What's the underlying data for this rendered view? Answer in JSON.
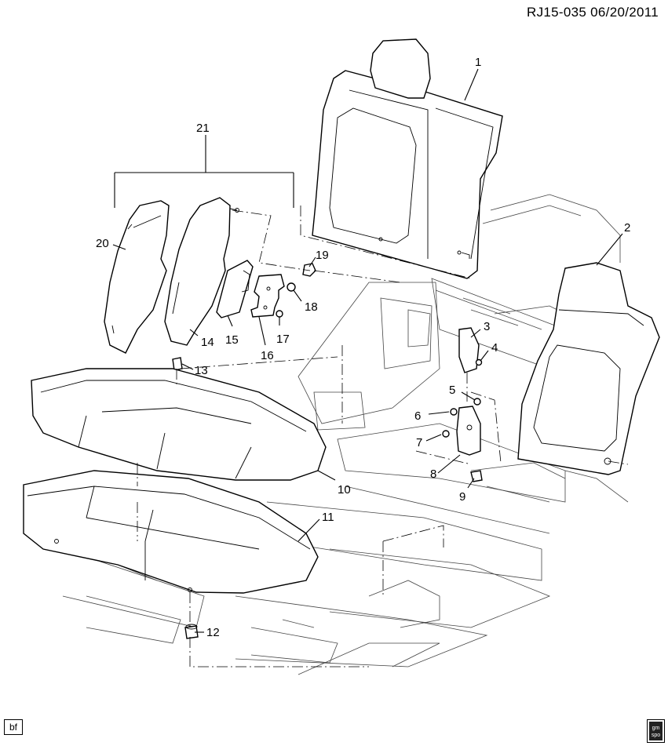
{
  "header": {
    "doc_id": "RJ15-035  06/20/2011"
  },
  "footer": {
    "left_tag": "bf",
    "right_logo_text": "gm spo"
  },
  "callouts": [
    {
      "id": "c1",
      "label": "1"
    },
    {
      "id": "c2",
      "label": "2"
    },
    {
      "id": "c3",
      "label": "3"
    },
    {
      "id": "c4",
      "label": "4"
    },
    {
      "id": "c5",
      "label": "5"
    },
    {
      "id": "c6",
      "label": "6"
    },
    {
      "id": "c7",
      "label": "7"
    },
    {
      "id": "c8",
      "label": "8"
    },
    {
      "id": "c9",
      "label": "9"
    },
    {
      "id": "c10",
      "label": "10"
    },
    {
      "id": "c11",
      "label": "11"
    },
    {
      "id": "c12",
      "label": "12"
    },
    {
      "id": "c13",
      "label": "13"
    },
    {
      "id": "c14",
      "label": "14"
    },
    {
      "id": "c15",
      "label": "15"
    },
    {
      "id": "c16",
      "label": "16"
    },
    {
      "id": "c17",
      "label": "17"
    },
    {
      "id": "c18",
      "label": "18"
    },
    {
      "id": "c19",
      "label": "19"
    },
    {
      "id": "c20",
      "label": "20"
    },
    {
      "id": "c21",
      "label": "21"
    }
  ]
}
